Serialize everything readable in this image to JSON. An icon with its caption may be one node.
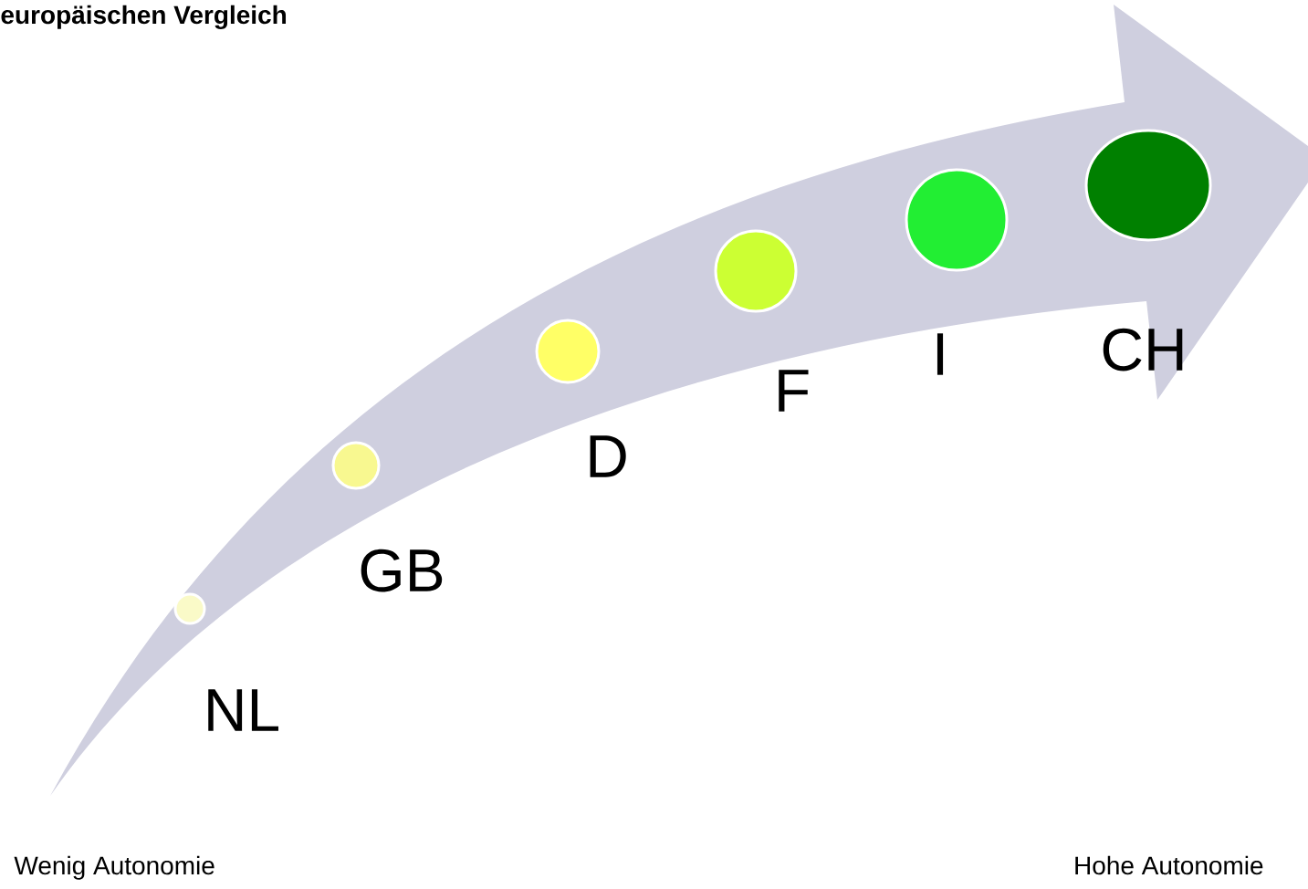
{
  "diagram": {
    "title": "europäischen Vergleich",
    "nodes": [
      {
        "text": [],
        "shape": "circle",
        "beside": [
          "NL"
        ]
      },
      {
        "text": [],
        "shape": "circle",
        "beside": [
          "GB"
        ]
      },
      {
        "text": [],
        "shape": "circle",
        "beside": [
          "D"
        ]
      },
      {
        "text": [],
        "shape": "circle",
        "beside": [
          "F"
        ]
      },
      {
        "text": [],
        "shape": "circle",
        "beside": [
          "I"
        ]
      },
      {
        "text": [],
        "shape": "circle",
        "beside": [
          "CH"
        ]
      }
    ],
    "labels": [
      "Wenig Autonomie",
      "Hohe Autonomie"
    ]
  }
}
